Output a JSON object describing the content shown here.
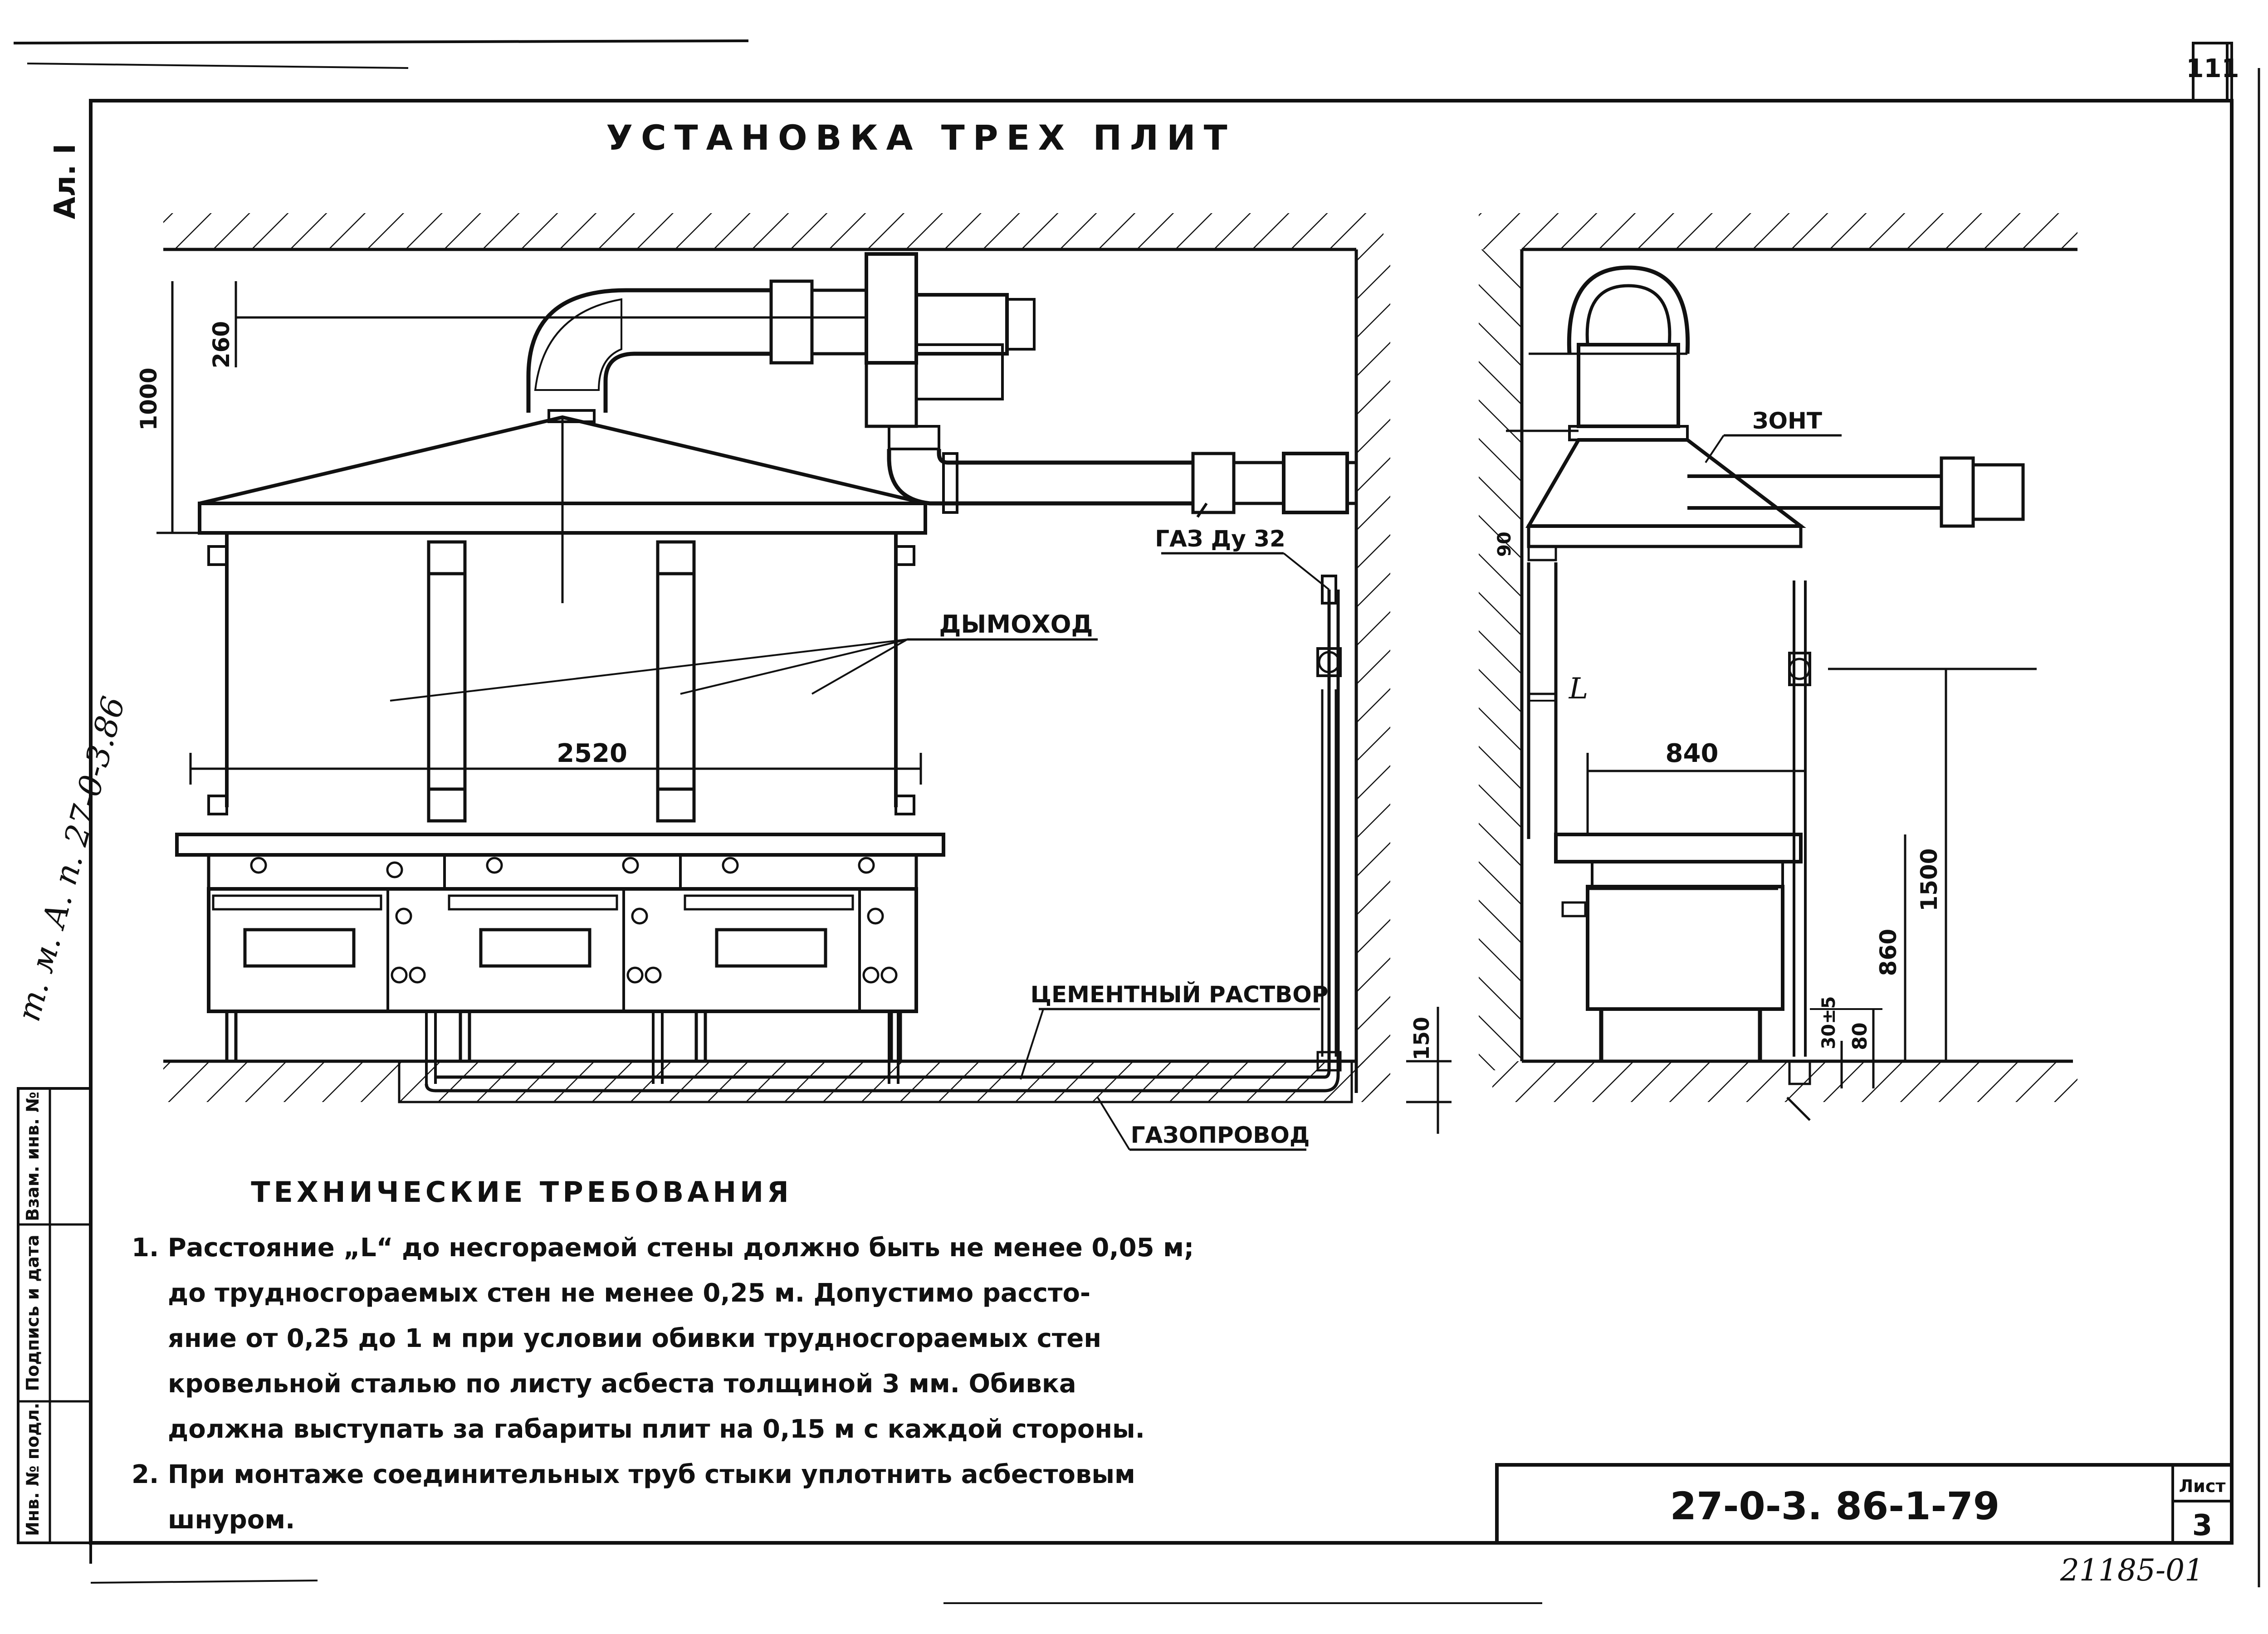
{
  "page_number": "111",
  "album_label": "Ал. I",
  "side_code": "т. м. А. п. 27-0-3.86",
  "title": "УСТАНОВКА ТРЕХ ПЛИТ",
  "labels": {
    "chimney": "ДЫМОХОД",
    "gas_inlet": "ГАЗ Ду 32",
    "cement": "ЦЕМЕНТНЫЙ РАСТВОР",
    "gas_pipe": "ГАЗОПРОВОД",
    "hood": "ЗОНТ",
    "distance_L": "L"
  },
  "dimensions": {
    "d1000": "1000",
    "d260": "260",
    "d2520": "2520",
    "d150": "150",
    "d840": "840",
    "d1500": "1500",
    "d860": "860",
    "d80": "80",
    "d30": "30±5",
    "d90": "90"
  },
  "requirements": {
    "heading": "ТЕХНИЧЕСКИЕ ТРЕБОВАНИЯ",
    "lines": [
      "1. Расстояние „L“ до несгораемой стены должно быть не менее 0,05 м;",
      "до трудносгораемых стен не менее 0,25 м. Допустимо рассто-",
      "яние от 0,25 до 1 м при условии обивки трудносгораемых стен",
      "кровельной сталью по листу асбеста толщиной 3 мм. Обивка",
      "должна выступать за габариты плит на 0,15 м с каждой стороны.",
      "2. При монтаже соединительных труб стыки уплотнить асбестовым",
      "шнуром."
    ]
  },
  "stamp_columns": [
    "Инв. № подл.",
    "Подпись и дата",
    "Взам. инв. №"
  ],
  "title_block": {
    "code": "27-0-3. 86-1-79",
    "sheet_label": "Лист",
    "sheet_number": "3"
  },
  "archive_number": "21185-01"
}
